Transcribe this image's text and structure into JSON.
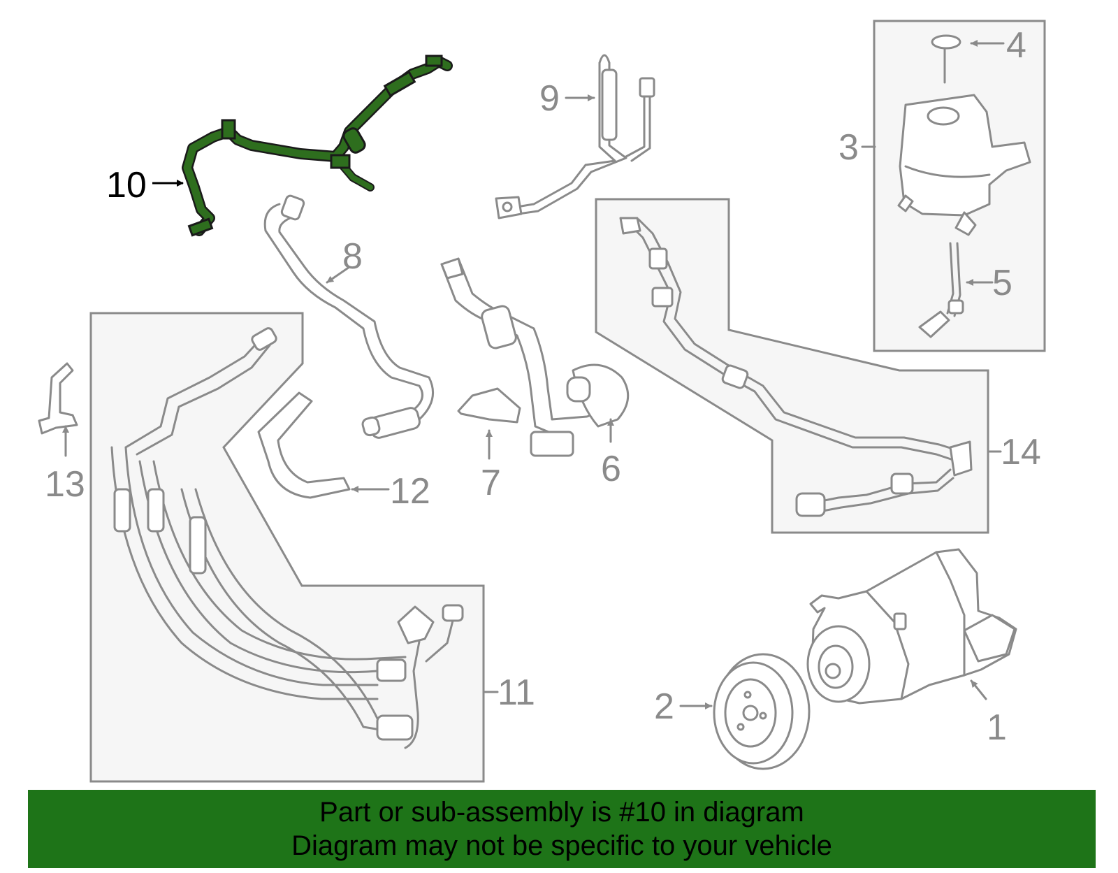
{
  "diagram": {
    "highlight_color": "#2e6e1e",
    "callouts": [
      {
        "num": "1"
      },
      {
        "num": "2"
      },
      {
        "num": "3"
      },
      {
        "num": "4"
      },
      {
        "num": "5"
      },
      {
        "num": "6"
      },
      {
        "num": "7"
      },
      {
        "num": "8"
      },
      {
        "num": "9"
      },
      {
        "num": "10",
        "highlighted": true
      },
      {
        "num": "11"
      },
      {
        "num": "12"
      },
      {
        "num": "13"
      },
      {
        "num": "14"
      }
    ]
  },
  "banner": {
    "line1": "Part or sub-assembly is #10 in diagram",
    "line2": "Diagram may not be specific to your vehicle",
    "background": "#1e7418"
  }
}
